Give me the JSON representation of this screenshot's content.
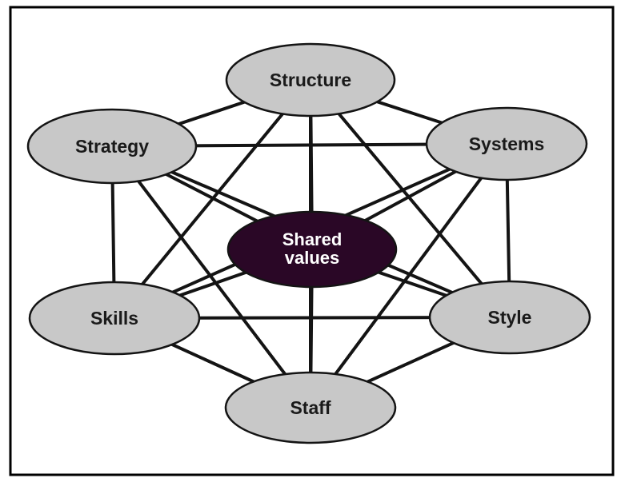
{
  "diagram": {
    "type": "network-diagram",
    "description_nodes_count": "7"
  },
  "nodes": {
    "structure": {
      "label": "Structure"
    },
    "strategy": {
      "label": "Strategy"
    },
    "systems": {
      "label": "Systems"
    },
    "shared_values": {
      "line1": "Shared",
      "line2": "values"
    },
    "skills": {
      "label": "Skills"
    },
    "style": {
      "label": "Style"
    },
    "staff": {
      "label": "Staff"
    }
  },
  "edges": [
    "structure-strategy",
    "structure-systems",
    "structure-shared_values",
    "structure-skills",
    "structure-style",
    "structure-staff",
    "strategy-systems",
    "strategy-shared_values",
    "strategy-skills",
    "strategy-style",
    "strategy-staff",
    "systems-shared_values",
    "systems-skills",
    "systems-style",
    "systems-staff",
    "shared_values-skills",
    "shared_values-style",
    "shared_values-staff",
    "skills-style",
    "skills-staff",
    "style-staff"
  ],
  "colors": {
    "node_fill": "#c8c8c8",
    "node_border": "#141414",
    "center_fill": "#2a0726",
    "center_text": "#ffffff",
    "label_text": "#1a1a1a",
    "connector": "#141414",
    "frame": "#000000",
    "background": "#ffffff"
  }
}
